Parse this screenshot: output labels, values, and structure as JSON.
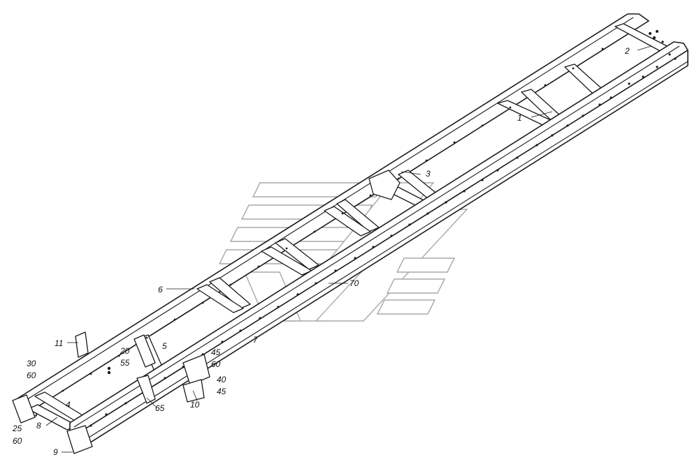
{
  "callouts": {
    "c1": "1",
    "c2": "2",
    "c3": "3",
    "c4": "4",
    "c5": "5",
    "c6": "6",
    "c7": "7",
    "c8": "8",
    "c9": "9",
    "c10": "10",
    "c11": "11",
    "c20": "20",
    "c55": "55",
    "c25": "25",
    "c60a": "60",
    "c30": "30",
    "c60b": "60",
    "c45a": "45",
    "c60c": "60",
    "c40": "40",
    "c45b": "45",
    "c65": "65",
    "c70": "70"
  },
  "colors": {
    "line": "#1a1a1a",
    "watermark": "#a8a8a8",
    "background": "#ffffff"
  }
}
